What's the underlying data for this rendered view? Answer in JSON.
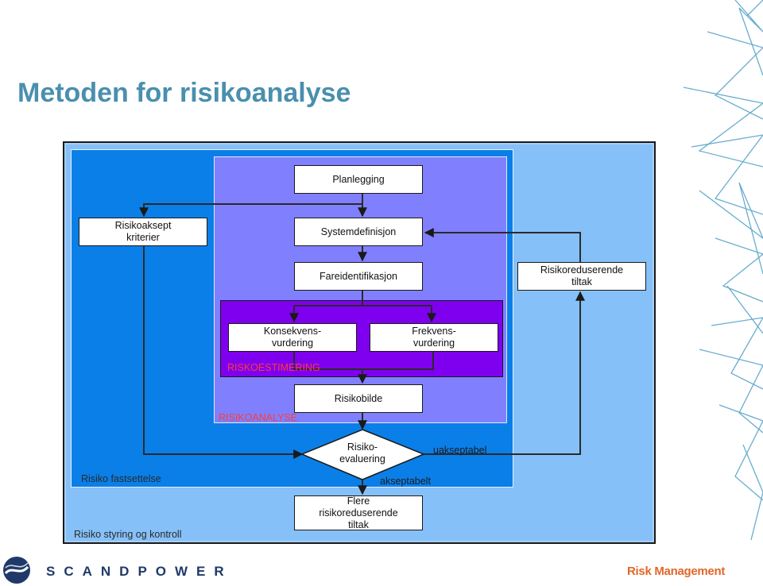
{
  "title": "Metoden for risikoanalyse",
  "boxes": {
    "planlegging": "Planlegging",
    "akseptkriterier": "Risikoaksept kriterier",
    "systemdefinisjon": "Systemdefinisjon",
    "fareidentifikasjon": "Fareidentifikasjon",
    "reduserende_tiltak": "Risikoreduserende tiltak",
    "konsekvens": "Konsekvens-vurdering",
    "frekvens": "Frekvens-vurdering",
    "risikobilde": "Risikobilde",
    "evaluering": "Risiko-evaluering",
    "flere_tiltak": "Flere risikoreduserende tiltak"
  },
  "areas": {
    "estimering": "RISKOESTIMERING",
    "analyse": "RISIKOANALYSE",
    "fastsettelse": "Risiko fastsettelse",
    "styring": "Risiko styring og kontroll"
  },
  "edges": {
    "uakseptabel": "uakseptabel",
    "akseptabelt": "akseptabelt"
  },
  "footer": {
    "company": "SCANDPOWER",
    "tagline": "Risk Management"
  },
  "colors": {
    "title": "#4a8fae",
    "styring_area": "#86c0f8",
    "fastsettelse_area": "#0a7fe8",
    "analyse_area": "#8080ff",
    "estimering_area": "#7f00ee",
    "area_label_red": "#ff3a3a",
    "company": "#1f3a6a",
    "tagline": "#e2662a"
  }
}
